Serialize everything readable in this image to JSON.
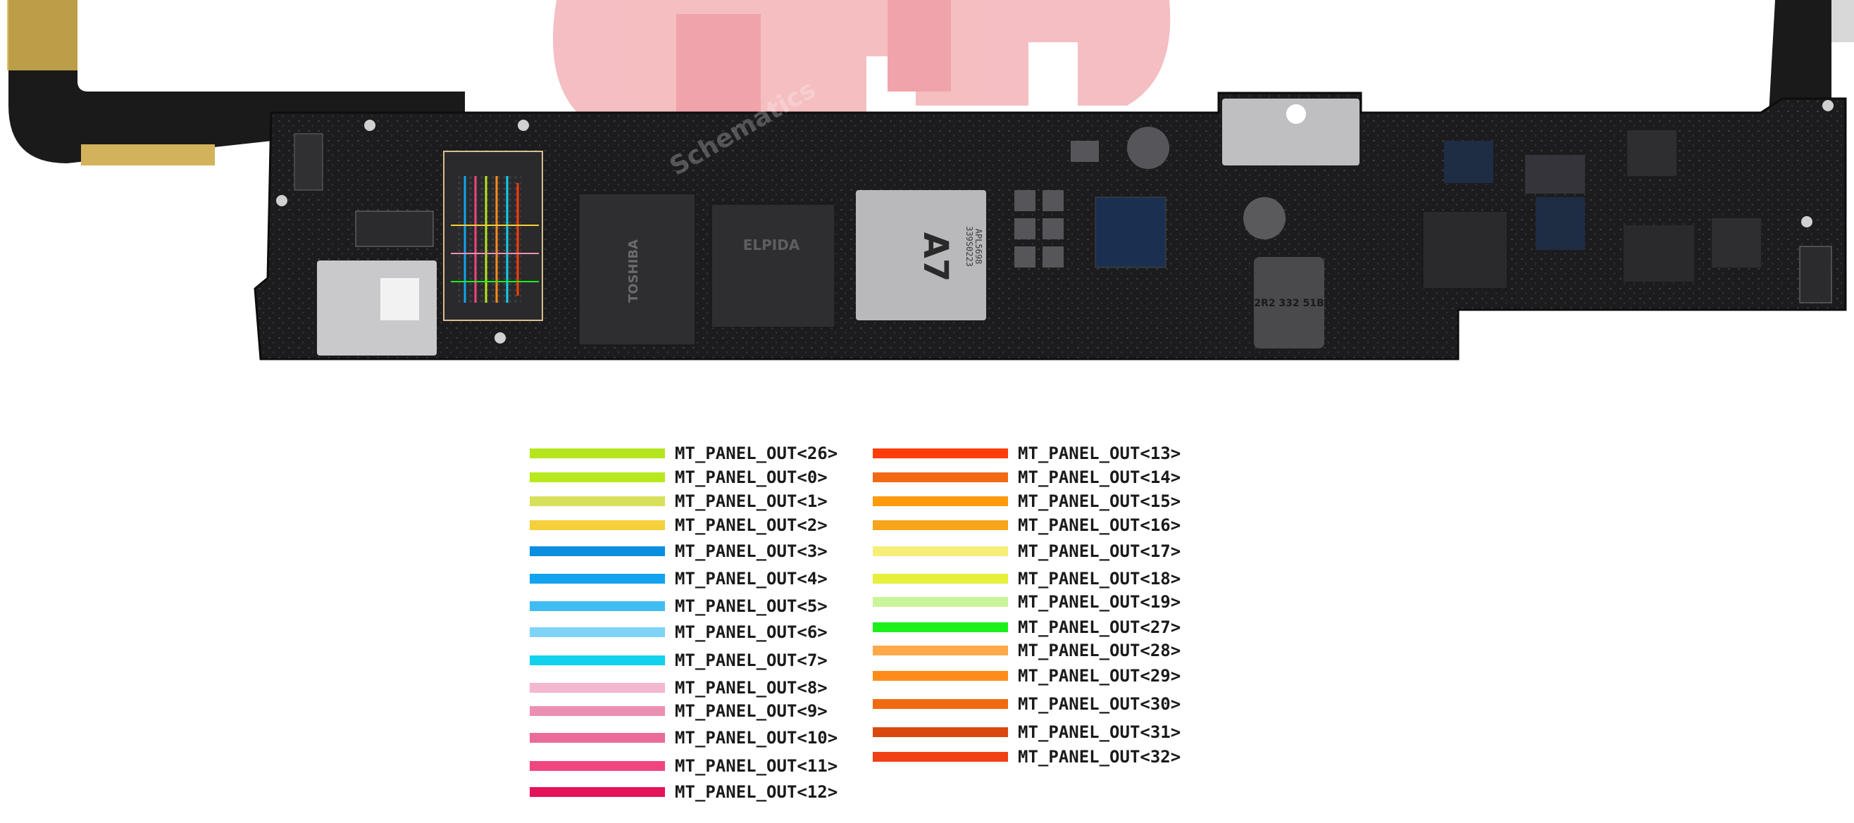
{
  "board": {
    "chip_labels": {
      "a7_brand": "A7",
      "a7_lines": [
        "APL5698",
        "339S0223"
      ],
      "toshiba": "TOSHIBA",
      "elpida": "ELPIDA",
      "inductor": "2R2 332 51B"
    },
    "watermark": "Schematics"
  },
  "legend": {
    "columns": [
      {
        "items": [
          {
            "label": "MT_PANEL_OUT<26>",
            "color": "#b5e61d"
          },
          {
            "label": "MT_PANEL_OUT<0>",
            "color": "#b8e81e"
          },
          {
            "label": "MT_PANEL_OUT<1>",
            "color": "#d7e05a"
          },
          {
            "label": "MT_PANEL_OUT<2>",
            "color": "#f5d03a"
          },
          {
            "label": "MT_PANEL_OUT<3>",
            "color": "#0a8fe0"
          },
          {
            "label": "MT_PANEL_OUT<4>",
            "color": "#12a3ee"
          },
          {
            "label": "MT_PANEL_OUT<5>",
            "color": "#3fbdf2"
          },
          {
            "label": "MT_PANEL_OUT<6>",
            "color": "#7fd3f7"
          },
          {
            "label": "MT_PANEL_OUT<7>",
            "color": "#12d2ee"
          },
          {
            "label": "MT_PANEL_OUT<8>",
            "color": "#f3b7cf"
          },
          {
            "label": "MT_PANEL_OUT<9>",
            "color": "#ec90b3"
          },
          {
            "label": "MT_PANEL_OUT<10>",
            "color": "#ea6a98"
          },
          {
            "label": "MT_PANEL_OUT<11>",
            "color": "#f0457e"
          },
          {
            "label": "MT_PANEL_OUT<12>",
            "color": "#e4145a"
          }
        ]
      },
      {
        "items": [
          {
            "label": "MT_PANEL_OUT<13>",
            "color": "#ff3d0a"
          },
          {
            "label": "MT_PANEL_OUT<14>",
            "color": "#f26a14"
          },
          {
            "label": "MT_PANEL_OUT<15>",
            "color": "#ff9a0a"
          },
          {
            "label": "MT_PANEL_OUT<16>",
            "color": "#f7a51a"
          },
          {
            "label": "MT_PANEL_OUT<17>",
            "color": "#f7ee7a"
          },
          {
            "label": "MT_PANEL_OUT<18>",
            "color": "#e6f03a"
          },
          {
            "label": "MT_PANEL_OUT<19>",
            "color": "#c8f59a"
          },
          {
            "label": "MT_PANEL_OUT<27>",
            "color": "#1cf01c"
          },
          {
            "label": "MT_PANEL_OUT<28>",
            "color": "#ffa94a"
          },
          {
            "label": "MT_PANEL_OUT<29>",
            "color": "#ff8c1a"
          },
          {
            "label": "MT_PANEL_OUT<30>",
            "color": "#f06a10"
          },
          {
            "label": "MT_PANEL_OUT<31>",
            "color": "#d9480f"
          },
          {
            "label": "MT_PANEL_OUT<32>",
            "color": "#f04014"
          }
        ]
      }
    ]
  }
}
